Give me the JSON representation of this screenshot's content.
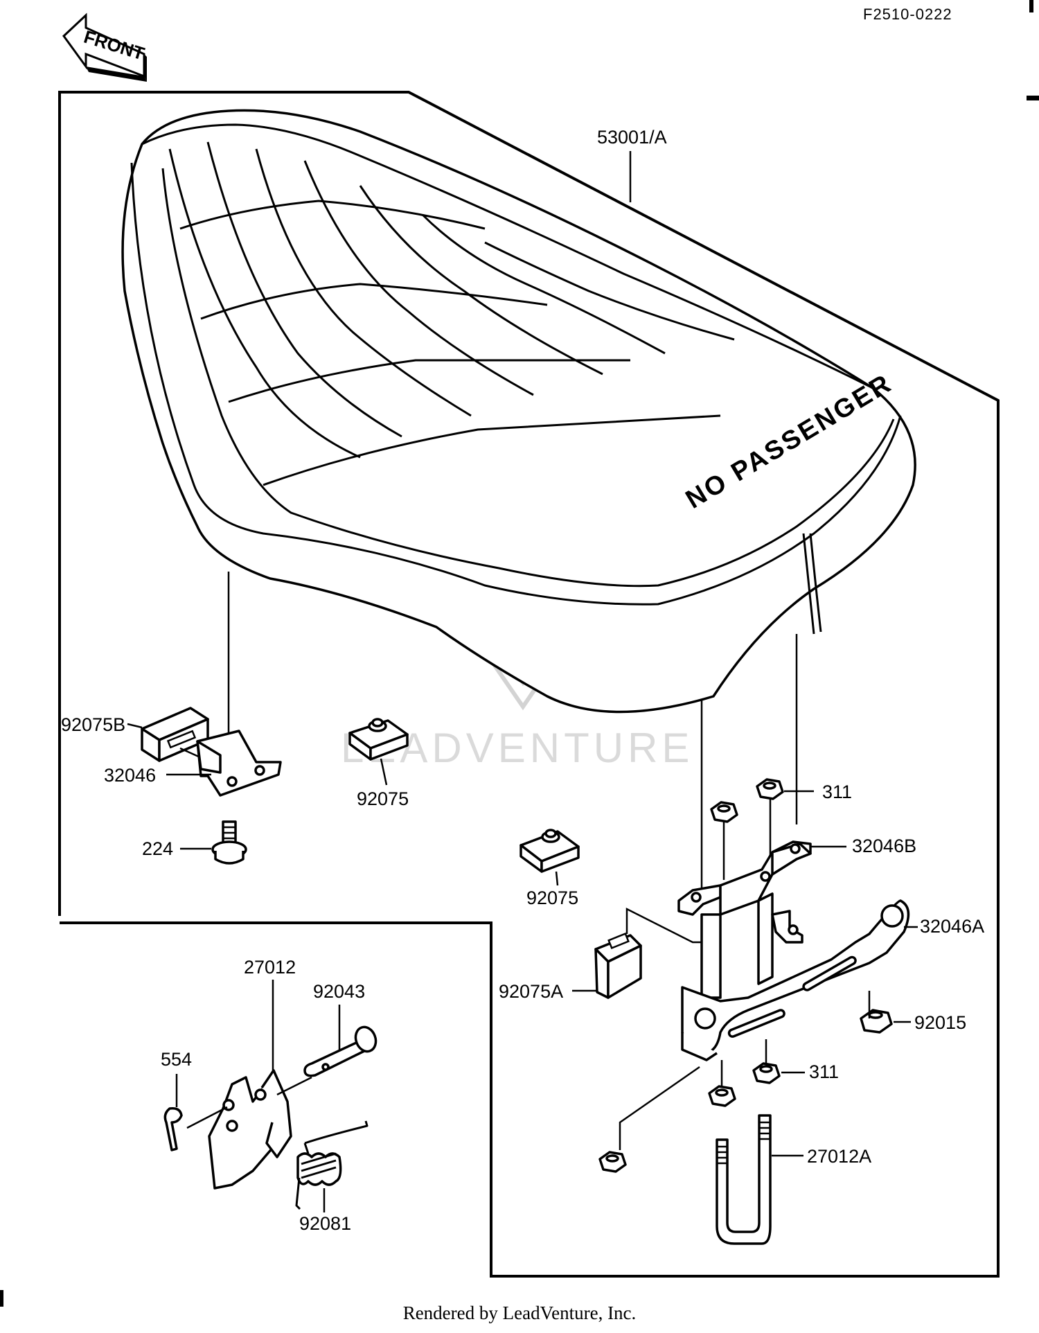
{
  "header": {
    "diagram_code": "F2510-0222"
  },
  "front_arrow": {
    "label": "FRONT"
  },
  "seat": {
    "print_text": "NO PASSENGER"
  },
  "watermark": {
    "text": "LEADVENTURE"
  },
  "callouts": {
    "seat_assy": "53001/A",
    "damper_b": "92075B",
    "bracket_left": "32046",
    "damper_center": "92075",
    "bolt_224": "224",
    "nut_311_top": "311",
    "bracket_b": "32046B",
    "damper_lower": "92075",
    "bracket_a": "32046A",
    "damper_a": "92075A",
    "nut_92015": "92015",
    "nut_311_bottom": "311",
    "ubolt": "27012A",
    "hinge": "27012",
    "pin": "92043",
    "cotter": "554",
    "spring": "92081"
  },
  "footer": {
    "text": "Rendered by LeadVenture, Inc."
  }
}
